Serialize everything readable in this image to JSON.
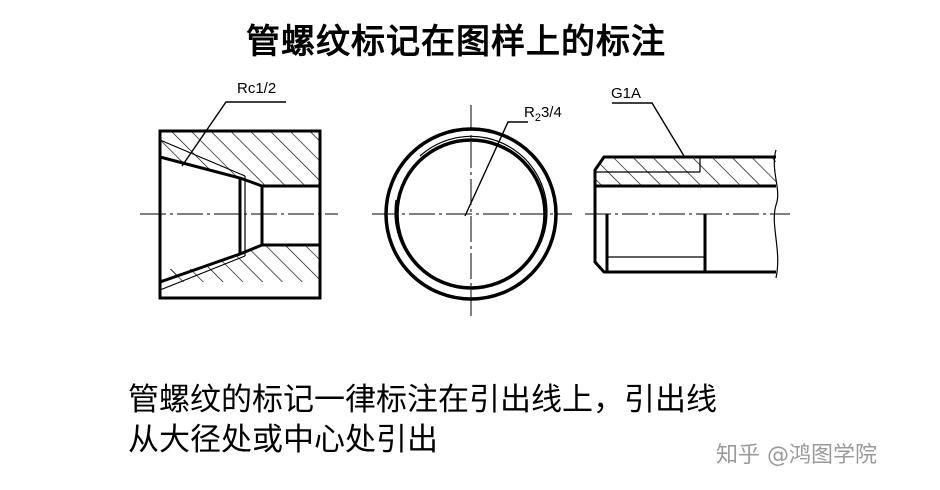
{
  "title": "管螺纹标记在图样上的标注",
  "labels": {
    "left": "Rc1/2",
    "middle_base": "R",
    "middle_sub": "2",
    "middle_rest": "3/4",
    "right": "G1A"
  },
  "caption": {
    "line1": "管螺纹的标记一律标注在引出线上，引出线",
    "line2": "从大径处或中心处引出"
  },
  "watermark": "知乎 @鸿图学院"
}
